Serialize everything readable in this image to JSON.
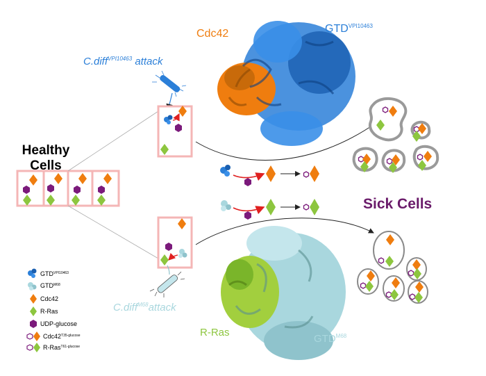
{
  "labels": {
    "healthy_line1": "Healthy",
    "healthy_line2": "Cells",
    "sick_cells": "Sick Cells",
    "cdc42": "Cdc42",
    "gtd_top": "GTD",
    "gtd_top_sup": "VPI10463",
    "cdiff_top": "C.diff",
    "cdiff_top_sup": "VPI10463",
    "cdiff_top_suffix": " attack",
    "cdiff_bottom": "C.diff",
    "cdiff_bottom_sup": "M68",
    "cdiff_bottom_suffix": "attack",
    "rras": "R-Ras",
    "gtd_bottom": "GTD",
    "gtd_bottom_sup": "M68"
  },
  "legend": [
    {
      "label": "GTD",
      "sup": "VPI10463",
      "icon": "gtd-vpi-protein-icon"
    },
    {
      "label": "GTD",
      "sup": "M68",
      "icon": "gtd-m68-protein-icon"
    },
    {
      "label": "Cdc42",
      "sup": "",
      "icon": "orange-diamond-icon"
    },
    {
      "label": "R-Ras",
      "sup": "",
      "icon": "green-diamond-icon"
    },
    {
      "label": "UDP-glucose",
      "sup": "",
      "icon": "purple-hexagon-icon"
    },
    {
      "label": "Cdc42",
      "sup": "T35-glucose",
      "icon": "glucosylated-cdc42-icon"
    },
    {
      "label": "R-Ras",
      "sup": "T61-glucose",
      "icon": "glucosylated-rras-icon"
    }
  ],
  "colors": {
    "cdc42": "#ef7d0f",
    "rras": "#8dc63f",
    "udp_glucose": "#7b1a7b",
    "gtd_vpi": "#2b7fd8",
    "gtd_m68": "#a9d7de",
    "cell_border": "#f4b6b6",
    "sick_title": "#6a1b6a",
    "arrow_red": "#e02020",
    "sick_cell_border": "#9a9a9a"
  }
}
